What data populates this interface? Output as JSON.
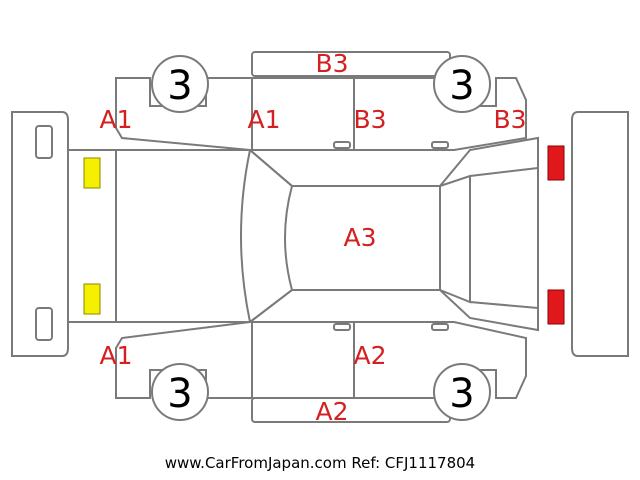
{
  "colors": {
    "outline": "#7a7a7a",
    "damage_code": "#d42020",
    "headlight": "#f5f000",
    "taillight": "#e0181c",
    "tire_rating": "#000000"
  },
  "damage_codes": {
    "rear_bumper_left": "B3",
    "front_left_fender": "A1",
    "front_left_door": "A1",
    "rear_left_door": "B3",
    "rear_left_quarter": "B3",
    "roof": "A3",
    "front_right_fender": "A1",
    "rear_right_door": "A2",
    "lower_right_panel": "A2"
  },
  "tires": {
    "front_left": "3",
    "rear_left": "3",
    "front_right": "3",
    "rear_right": "3"
  },
  "lamps": [
    "headlight-icon",
    "headlight-icon",
    "taillight-icon",
    "taillight-icon"
  ],
  "footer": {
    "text": "www.CarFromJapan.com Ref: CFJ1117804"
  }
}
